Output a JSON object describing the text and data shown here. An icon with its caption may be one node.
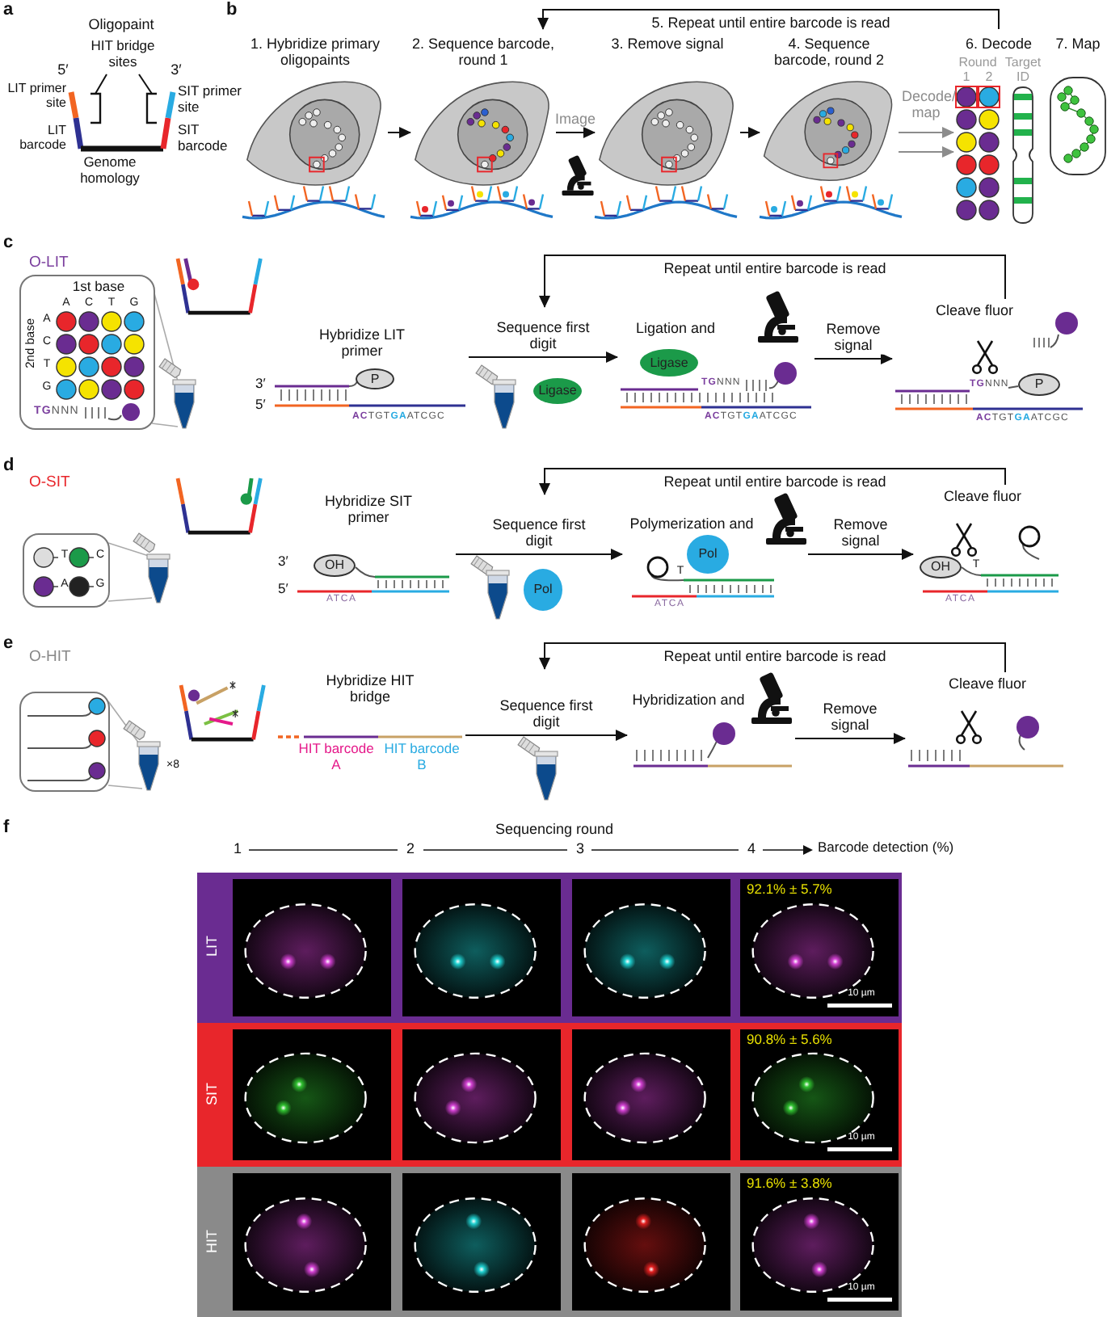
{
  "diagram": {
    "nodes": [
      {
        "text": [
          "HIT bridge sites"
        ]
      },
      {
        "text": [],
        "shape": "bracket"
      },
      {
        "text": [],
        "shape": "bracket"
      },
      {
        "text": [
          "1. Hybridize primary oligopaints"
        ]
      },
      {
        "text": [
          "2. Sequence barcode, round 1"
        ]
      },
      {
        "text": [
          "3. Remove signal"
        ]
      },
      {
        "text": [
          "4. Sequence barcode, round 2"
        ]
      },
      {
        "text": [
          "6. Decode",
          "Round",
          "1",
          "2",
          "Target ID"
        ]
      },
      {
        "text": [
          "7. Map"
        ]
      },
      {
        "text": [
          "1st base",
          "A",
          "C",
          "T",
          "G",
          "2nd base",
          "A",
          "C",
          "T",
          "G",
          "**TG**NNN"
        ]
      },
      {
        "text": [
          "Hybridize LIT primer",
          "3′",
          "5′",
          "**AC**TGT**GA**ATCGC"
        ]
      },
      {
        "text": [
          "P"
        ],
        "in": 10
      },
      {
        "text": [
          "Ligase"
        ]
      },
      {
        "text": [
          "Ligation and",
          "**TG**NNN",
          "**AC**TGT**GA**ATCGC"
        ]
      },
      {
        "text": [
          "Ligase"
        ],
        "in": 13
      },
      {
        "text": [
          "Cleave fluor",
          "**TG**NNN",
          "**AC**TGT**GA**ATCGC"
        ]
      },
      {
        "text": [
          "P"
        ],
        "in": 15
      },
      {
        "text": [
          "T",
          "C",
          "A",
          "G"
        ]
      },
      {
        "text": [
          "Hybridize SIT primer",
          "3′",
          "5′",
          "ATCA"
        ]
      },
      {
        "text": [
          "OH"
        ],
        "in": 18
      },
      {
        "text": [
          "Pol"
        ]
      },
      {
        "text": [
          "Polymerization and",
          "T",
          "ATCA"
        ]
      },
      {
        "text": [
          "Pol"
        ],
        "in": 21
      },
      {
        "text": [
          "Cleave fluor",
          "T",
          "ATCA"
        ]
      },
      {
        "text": [
          "OH"
        ],
        "in": 23
      },
      {
        "text": [],
        "shape": "box"
      },
      {
        "text": [
          "Hybridize HIT bridge",
          "HIT barcode A",
          "HIT barcode B"
        ]
      },
      {
        "text": [
          "Hybridization and"
        ]
      },
      {
        "text": [
          "Cleave fluor"
        ]
      },
      {
        "text": [
          "LIT"
        ]
      },
      {
        "text": [],
        "shape": "picture",
        "in": 29
      },
      {
        "text": [],
        "shape": "picture",
        "in": 29
      },
      {
        "text": [],
        "shape": "picture",
        "in": 29
      },
      {
        "text": [
          "92.1% ± 5.7%",
          "10 µm"
        ],
        "in": 29
      },
      {
        "text": [
          "SIT"
        ]
      },
      {
        "text": [],
        "shape": "picture",
        "in": 34
      },
      {
        "text": [],
        "shape": "picture",
        "in": 34
      },
      {
        "text": [],
        "shape": "picture",
        "in": 34
      },
      {
        "text": [
          "90.8% ± 5.6%",
          "10 µm"
        ],
        "in": 34
      },
      {
        "text": [
          "HIT"
        ]
      },
      {
        "text": [],
        "shape": "picture",
        "in": 39
      },
      {
        "text": [],
        "shape": "picture",
        "in": 39
      },
      {
        "text": [],
        "shape": "picture",
        "in": 39
      },
      {
        "text": [
          "91.6% ± 3.8%",
          "10 µm"
        ],
        "in": 39
      }
    ],
    "edges": [
      {
        "from": 0,
        "to": 1,
        "arrow": "none"
      },
      {
        "from": 0,
        "to": 2,
        "arrow": "none"
      },
      {
        "from": 3,
        "to": 4,
        "arrow": "to"
      },
      {
        "from": 4,
        "to": 5,
        "arrow": "to",
        "label": "Image"
      },
      {
        "from": 5,
        "to": 6,
        "arrow": "to"
      },
      {
        "from": 6,
        "to": 7,
        "arrow": "to",
        "label": "Decode/ map",
        "color": "#8c8c8c"
      },
      {
        "from": 6,
        "to": 7,
        "arrow": "to",
        "color": "#8c8c8c"
      },
      {
        "from": 7,
        "to": 4,
        "arrow": "to",
        "label": "5. Repeat until entire barcode is read"
      },
      {
        "from": 10,
        "to": 13,
        "arrow": "to",
        "label": "Sequence first digit"
      },
      {
        "from": 13,
        "to": 15,
        "arrow": "to",
        "label": "Remove signal"
      },
      {
        "from": 15,
        "to": null,
        "arrow": "to",
        "label": "Repeat until entire barcode is read"
      },
      {
        "from": 18,
        "to": 21,
        "arrow": "to",
        "label": "Sequence first digit"
      },
      {
        "from": 21,
        "to": 23,
        "arrow": "to",
        "label": "Remove signal"
      },
      {
        "from": 23,
        "to": null,
        "arrow": "to",
        "label": "Repeat until entire barcode is read"
      },
      {
        "from": 26,
        "to": 27,
        "arrow": "to",
        "label": "Sequence first digit"
      },
      {
        "from": 27,
        "to": 28,
        "arrow": "to",
        "label": "Remove signal"
      },
      {
        "from": 28,
        "to": null,
        "arrow": "to",
        "label": "Repeat until entire barcode is read"
      }
    ],
    "labels": [
      "a",
      "Oligopaint",
      "5′",
      "3′",
      "LIT primer site",
      "SIT primer site",
      "LIT barcode",
      "SIT barcode",
      "Genome homology",
      "b",
      "c",
      "O-LIT",
      "d",
      "O-SIT",
      "e",
      "O-HIT",
      "×8",
      "f",
      "Sequencing round",
      "1",
      "2",
      "3",
      "4",
      "Barcode detection (%)"
    ]
  }
}
